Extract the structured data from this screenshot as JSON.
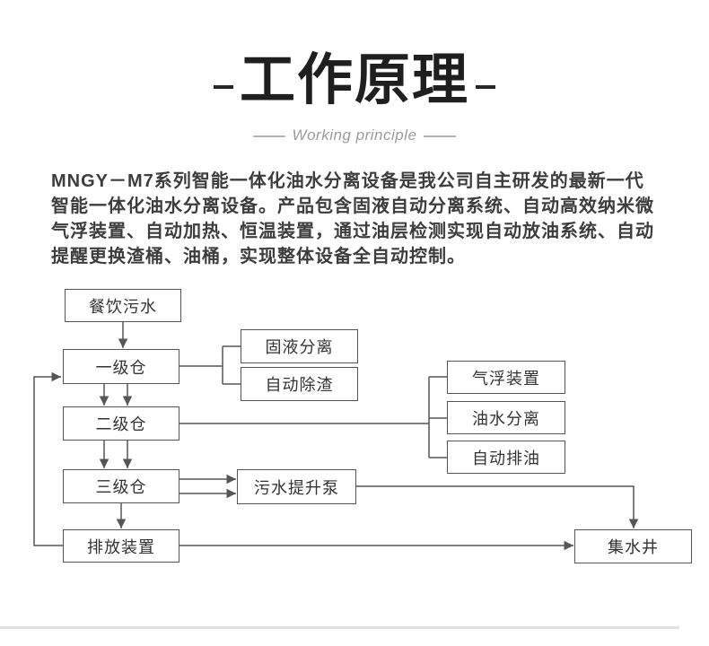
{
  "header": {
    "title": "工作原理",
    "subtitle": "Working principle"
  },
  "intro": {
    "lines": [
      "MNGY－M7系列智能一体化油水分离设备是我公司自主研发的最新一代",
      "智能一体化油水分离设备。产品包含固液自动分离系统、自动高效纳米微",
      "气浮装置、自动加热、恒温装置，通过油层检测实现自动放油系统、自动",
      "提醒更换渣桶、油桶，实现整体设备全自动控制。"
    ]
  },
  "flowchart": {
    "nodes": {
      "catering_sewage": "餐饮污水",
      "stage1_tank": "一级仓",
      "solid_liquid_separation": "固液分离",
      "auto_deslagging": "自动除渣",
      "stage2_tank": "二级仓",
      "air_flotation_device": "气浮装置",
      "oil_water_separation": "油水分离",
      "auto_oil_discharge": "自动排油",
      "stage3_tank": "三级仓",
      "sewage_lift_pump": "污水提升泵",
      "discharge_device": "排放装置",
      "collecting_well": "集水井"
    },
    "edges": [
      {
        "from": "catering_sewage",
        "to": "stage1_tank",
        "arrow": true
      },
      {
        "from": "stage1_tank",
        "to": "solid_liquid_separation",
        "arrow": false
      },
      {
        "from": "stage1_tank",
        "to": "auto_deslagging",
        "arrow": false
      },
      {
        "from": "stage1_tank",
        "to": "stage2_tank",
        "arrow": true,
        "double": true
      },
      {
        "from": "stage2_tank",
        "to": "air_flotation_device",
        "arrow": false
      },
      {
        "from": "stage2_tank",
        "to": "oil_water_separation",
        "arrow": false
      },
      {
        "from": "stage2_tank",
        "to": "auto_oil_discharge",
        "arrow": false
      },
      {
        "from": "stage2_tank",
        "to": "stage3_tank",
        "arrow": true,
        "double": true
      },
      {
        "from": "stage3_tank",
        "to": "sewage_lift_pump",
        "arrow": true,
        "double": true
      },
      {
        "from": "stage3_tank",
        "to": "discharge_device",
        "arrow": true
      },
      {
        "from": "sewage_lift_pump",
        "to": "collecting_well",
        "arrow": true
      },
      {
        "from": "discharge_device",
        "to": "collecting_well",
        "arrow": true
      },
      {
        "from": "discharge_device",
        "to": "stage1_tank",
        "arrow": true
      }
    ]
  },
  "colors": {
    "title": "#1f1f1f",
    "subtitle": "#9b9b9b",
    "body_text": "#3d3d3d",
    "box_border": "#545454",
    "box_text": "#333333",
    "connector": "#565656",
    "background": "#ffffff",
    "divider": "#e0e0e0"
  }
}
